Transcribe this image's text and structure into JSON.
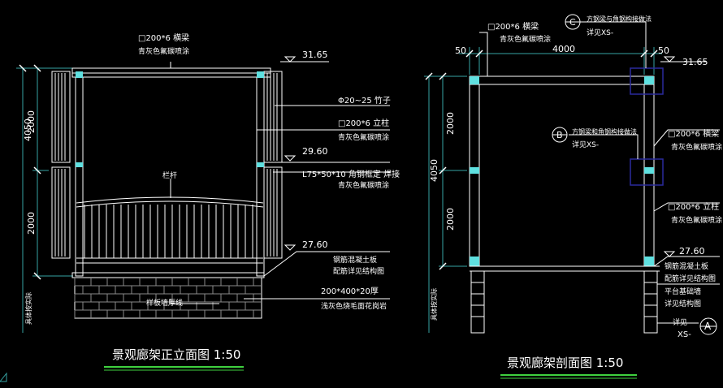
{
  "colors": {
    "background": "#000000",
    "line": "#ffffff",
    "green": "#3fd13f",
    "dim": "#36a3a3",
    "cyan": "#5fe0e0",
    "blue": "#2a2a9e",
    "brick": "#8a8a8a"
  },
  "left": {
    "title": "景观廊架正立面图 1:50",
    "elev_top": "31.65",
    "elev_mid": "29.60",
    "elev_base": "27.60",
    "dim_total": "4050",
    "dim_upper": "2000",
    "dim_lower": "2000",
    "side_label": "具体按实际",
    "beam_spec": "□200*6  横梁",
    "beam_paint": "青灰色氟碳喷涂",
    "rod_spec": "Φ20~25 竹子",
    "column_spec": "□200*6  立柱",
    "column_paint": "青灰色氟碳喷涂",
    "angle_spec": "L75*50*10 角钢框定  焊接",
    "angle_paint": "青灰色氟碳喷涂",
    "railing": "栏杆",
    "slab_spec": "钢筋混凝土板",
    "slab_ref": "配筋详见结构图",
    "stone_spec": "200*400*20厚",
    "stone_finish": "浅灰色烧毛面花岗岩",
    "brick_label": "样板墙厚线"
  },
  "right": {
    "title": "景观廊架剖面图 1:50",
    "elev_top": "31.65",
    "elev_base": "27.60",
    "dim_left": "50",
    "dim_span": "4000",
    "dim_right": "50",
    "dim_total": "4050",
    "dim_upper": "2000",
    "dim_lower": "2000",
    "side_label": "具体按实际",
    "callout_c": "C",
    "callout_b": "B",
    "callout_a": "A",
    "conn_c_title": "方钢梁与角钢构接做法",
    "conn_c_ref": "详见XS-",
    "conn_b_title": "方钢梁和角钢构接做法",
    "conn_b_ref": "详见XS-",
    "beam_spec_top": "□200*6  横梁",
    "beam_paint_top": "青灰色氟碳喷涂",
    "beam_spec": "□200*6  横梁",
    "beam_paint": "青灰色氟碳喷涂",
    "column_spec": "□200*6  立柱",
    "column_paint": "青灰色氟碳喷涂",
    "slab_spec": "钢筋混凝土板",
    "slab_ref": "配筋详见结构图",
    "base_spec": "平台基础墙",
    "base_ref": "详见结构图",
    "detail_ref": "详见",
    "detail_sheet": "XS-"
  }
}
